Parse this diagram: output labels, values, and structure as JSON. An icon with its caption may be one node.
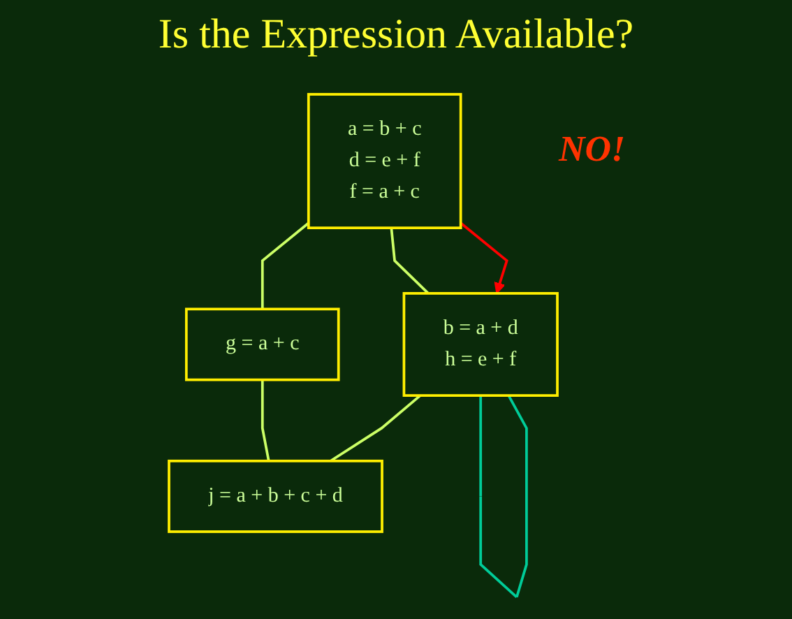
{
  "diagram": {
    "title": "Is the Expression Available?",
    "nodes": [
      {
        "text": [
          "a = b + c",
          "d = e + f",
          "f = a + c"
        ]
      },
      {
        "text": [
          "g = a + c"
        ]
      },
      {
        "text": [
          "b = a + d",
          "h = e + f"
        ]
      },
      {
        "text": [
          "j = a + b + c + d"
        ]
      }
    ],
    "edges": [
      {
        "from": 0,
        "to": 1,
        "arrow": "none"
      },
      {
        "from": 0,
        "to": 2,
        "arrow": "none"
      },
      {
        "from": 1,
        "to": 3,
        "arrow": "none"
      },
      {
        "from": 2,
        "to": 3,
        "arrow": "none"
      },
      {
        "from": 0,
        "to": 2,
        "arrow": "to",
        "color": "#ff0000"
      },
      {
        "from": 2,
        "to": 2,
        "arrow": "none",
        "color": "#00cc99"
      }
    ],
    "labels": [
      "NO!"
    ]
  }
}
